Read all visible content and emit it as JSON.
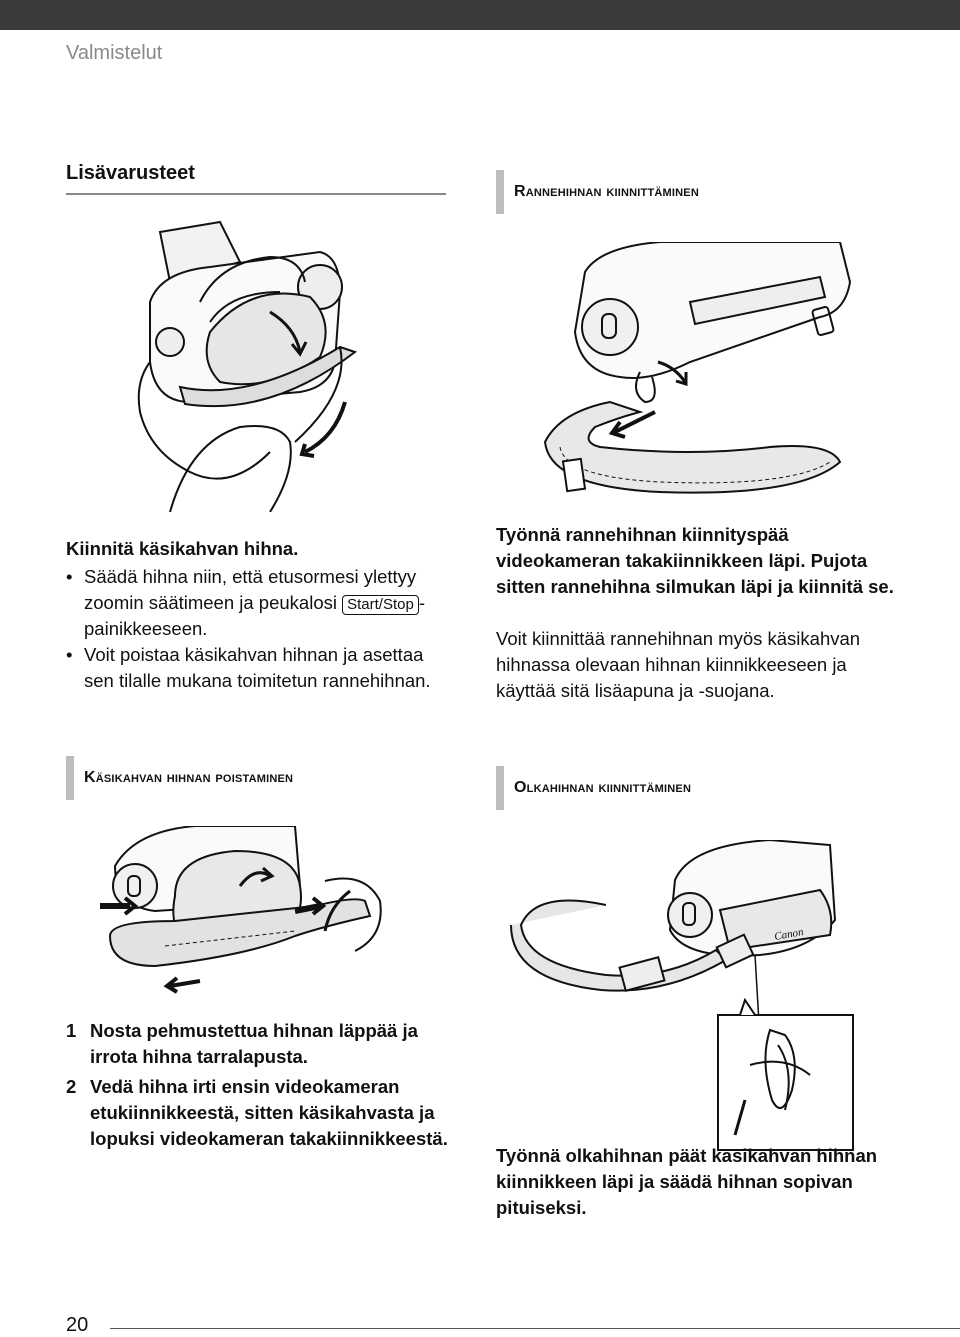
{
  "header": {
    "chapter": "Valmistelut"
  },
  "section": {
    "title": "Lisävarusteet"
  },
  "left": {
    "step_title": "Kiinnitä käsikahvan hihna.",
    "bullets": [
      {
        "before": "Säädä hihna niin, että etusormesi ylettyy zoomin säätimeen ja peukalosi",
        "key": "Start/Stop",
        "after": "-painikkeeseen."
      },
      {
        "text": "Voit poistaa käsikahvan hihnan ja asettaa sen tilalle mukana toimitetun rannehihnan."
      }
    ],
    "removal_heading": "Käsikahvan hihnan poistaminen",
    "removal_steps": [
      {
        "num": "1",
        "text": "Nosta pehmustettua hihnan läppää ja irrota hihna tarralapusta."
      },
      {
        "num": "2",
        "text": "Vedä hihna irti ensin videokameran etukiinnikkeestä, sitten käsikahvasta ja lopuksi videokameran takakiinnikkeestä."
      }
    ]
  },
  "right": {
    "wrist_heading": "Rannehihnan kiinnittäminen",
    "wrist_bold": "Työnnä rannehihnan kiinnityspää videokameran takakiinnikkeen läpi. Pujota sitten rannehihna silmukan läpi ja kiinnitä se.",
    "wrist_note": "Voit kiinnittää rannehihnan myös käsikahvan hihnassa olevaan hihnan kiinnikkeeseen ja käyttää sitä lisäapuna ja -suojana.",
    "shoulder_heading": "Olkahihnan kiinnittäminen",
    "shoulder_bold": "Työnnä olkahihnan päät käsikahvan hihnan kiinnikkeen läpi ja säädä hihnan sopivan pituiseksi.",
    "camera_brand": "Canon"
  },
  "footer": {
    "page_number": "20"
  }
}
